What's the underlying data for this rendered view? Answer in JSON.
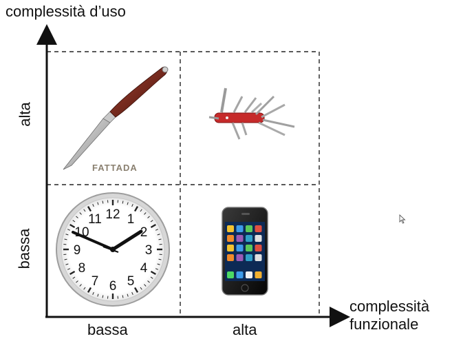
{
  "axes": {
    "y_title": "complessità d’uso",
    "x_title_line1": "complessità",
    "x_title_line2": "funzionale",
    "y_high": "alta",
    "y_low": "bassa",
    "x_low": "bassa",
    "x_high": "alta"
  },
  "quadrants": [
    {
      "position": "top-left",
      "item": "knife-icon",
      "brand": "FATTADA"
    },
    {
      "position": "top-right",
      "item": "swiss-army-knife-icon"
    },
    {
      "position": "bottom-left",
      "item": "wall-clock-icon",
      "numbers": [
        "12",
        "1",
        "2",
        "3",
        "4",
        "5",
        "6",
        "7",
        "8",
        "9",
        "10",
        "11"
      ]
    },
    {
      "position": "bottom-right",
      "item": "smartphone-icon"
    }
  ],
  "colors": {
    "axis": "#111111",
    "grid_dash": "#222222",
    "knife_handle": "#7a2418",
    "swiss_red": "#c62a2a",
    "clock_rim": "#b9b9b9"
  }
}
